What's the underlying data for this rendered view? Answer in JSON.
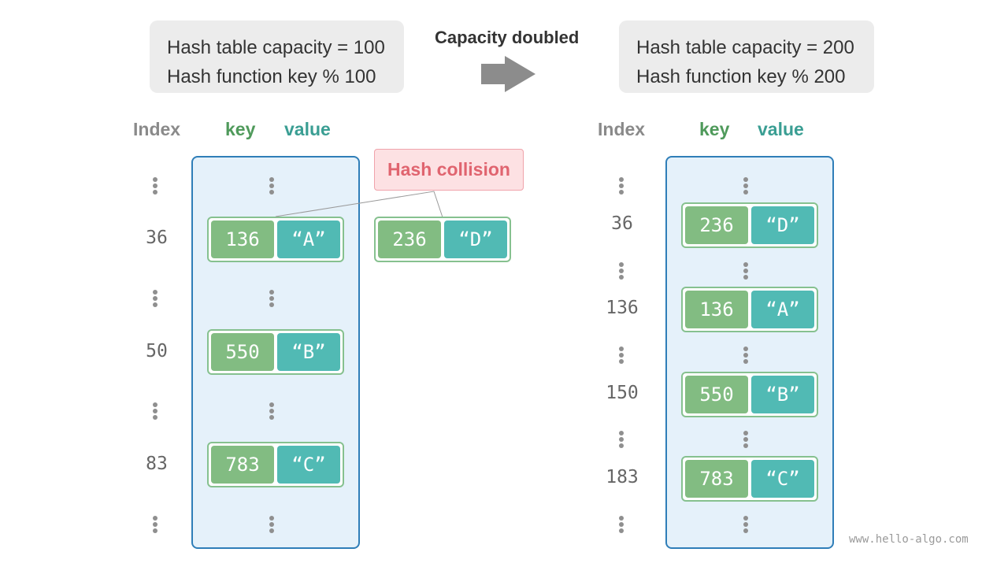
{
  "left_table": {
    "info": {
      "line1": "Hash table capacity = 100",
      "line2": "Hash function key % 100"
    },
    "headers": {
      "index": "Index",
      "key": "key",
      "value": "value"
    },
    "indices": [
      "36",
      "50",
      "83"
    ],
    "entries": [
      {
        "key": "136",
        "value": "“A”"
      },
      {
        "key": "550",
        "value": "“B”"
      },
      {
        "key": "783",
        "value": "“C”"
      }
    ],
    "collision": {
      "label": "Hash collision",
      "key": "236",
      "value": "“D”"
    }
  },
  "transition": {
    "label": "Capacity doubled"
  },
  "right_table": {
    "info": {
      "line1": "Hash table capacity = 200",
      "line2": "Hash function key % 200"
    },
    "headers": {
      "index": "Index",
      "key": "key",
      "value": "value"
    },
    "indices": [
      "36",
      "136",
      "150",
      "183"
    ],
    "entries": [
      {
        "key": "236",
        "value": "“D”"
      },
      {
        "key": "136",
        "value": "“A”"
      },
      {
        "key": "550",
        "value": "“B”"
      },
      {
        "key": "783",
        "value": "“C”"
      }
    ]
  },
  "colors": {
    "key_cell": "#82bc82",
    "value_cell": "#51bab4",
    "bucket_fill": "#e5f1fa",
    "bucket_border": "#2f7eb8",
    "collision_text": "#e0646f"
  },
  "watermark": "www.hello-algo.com"
}
